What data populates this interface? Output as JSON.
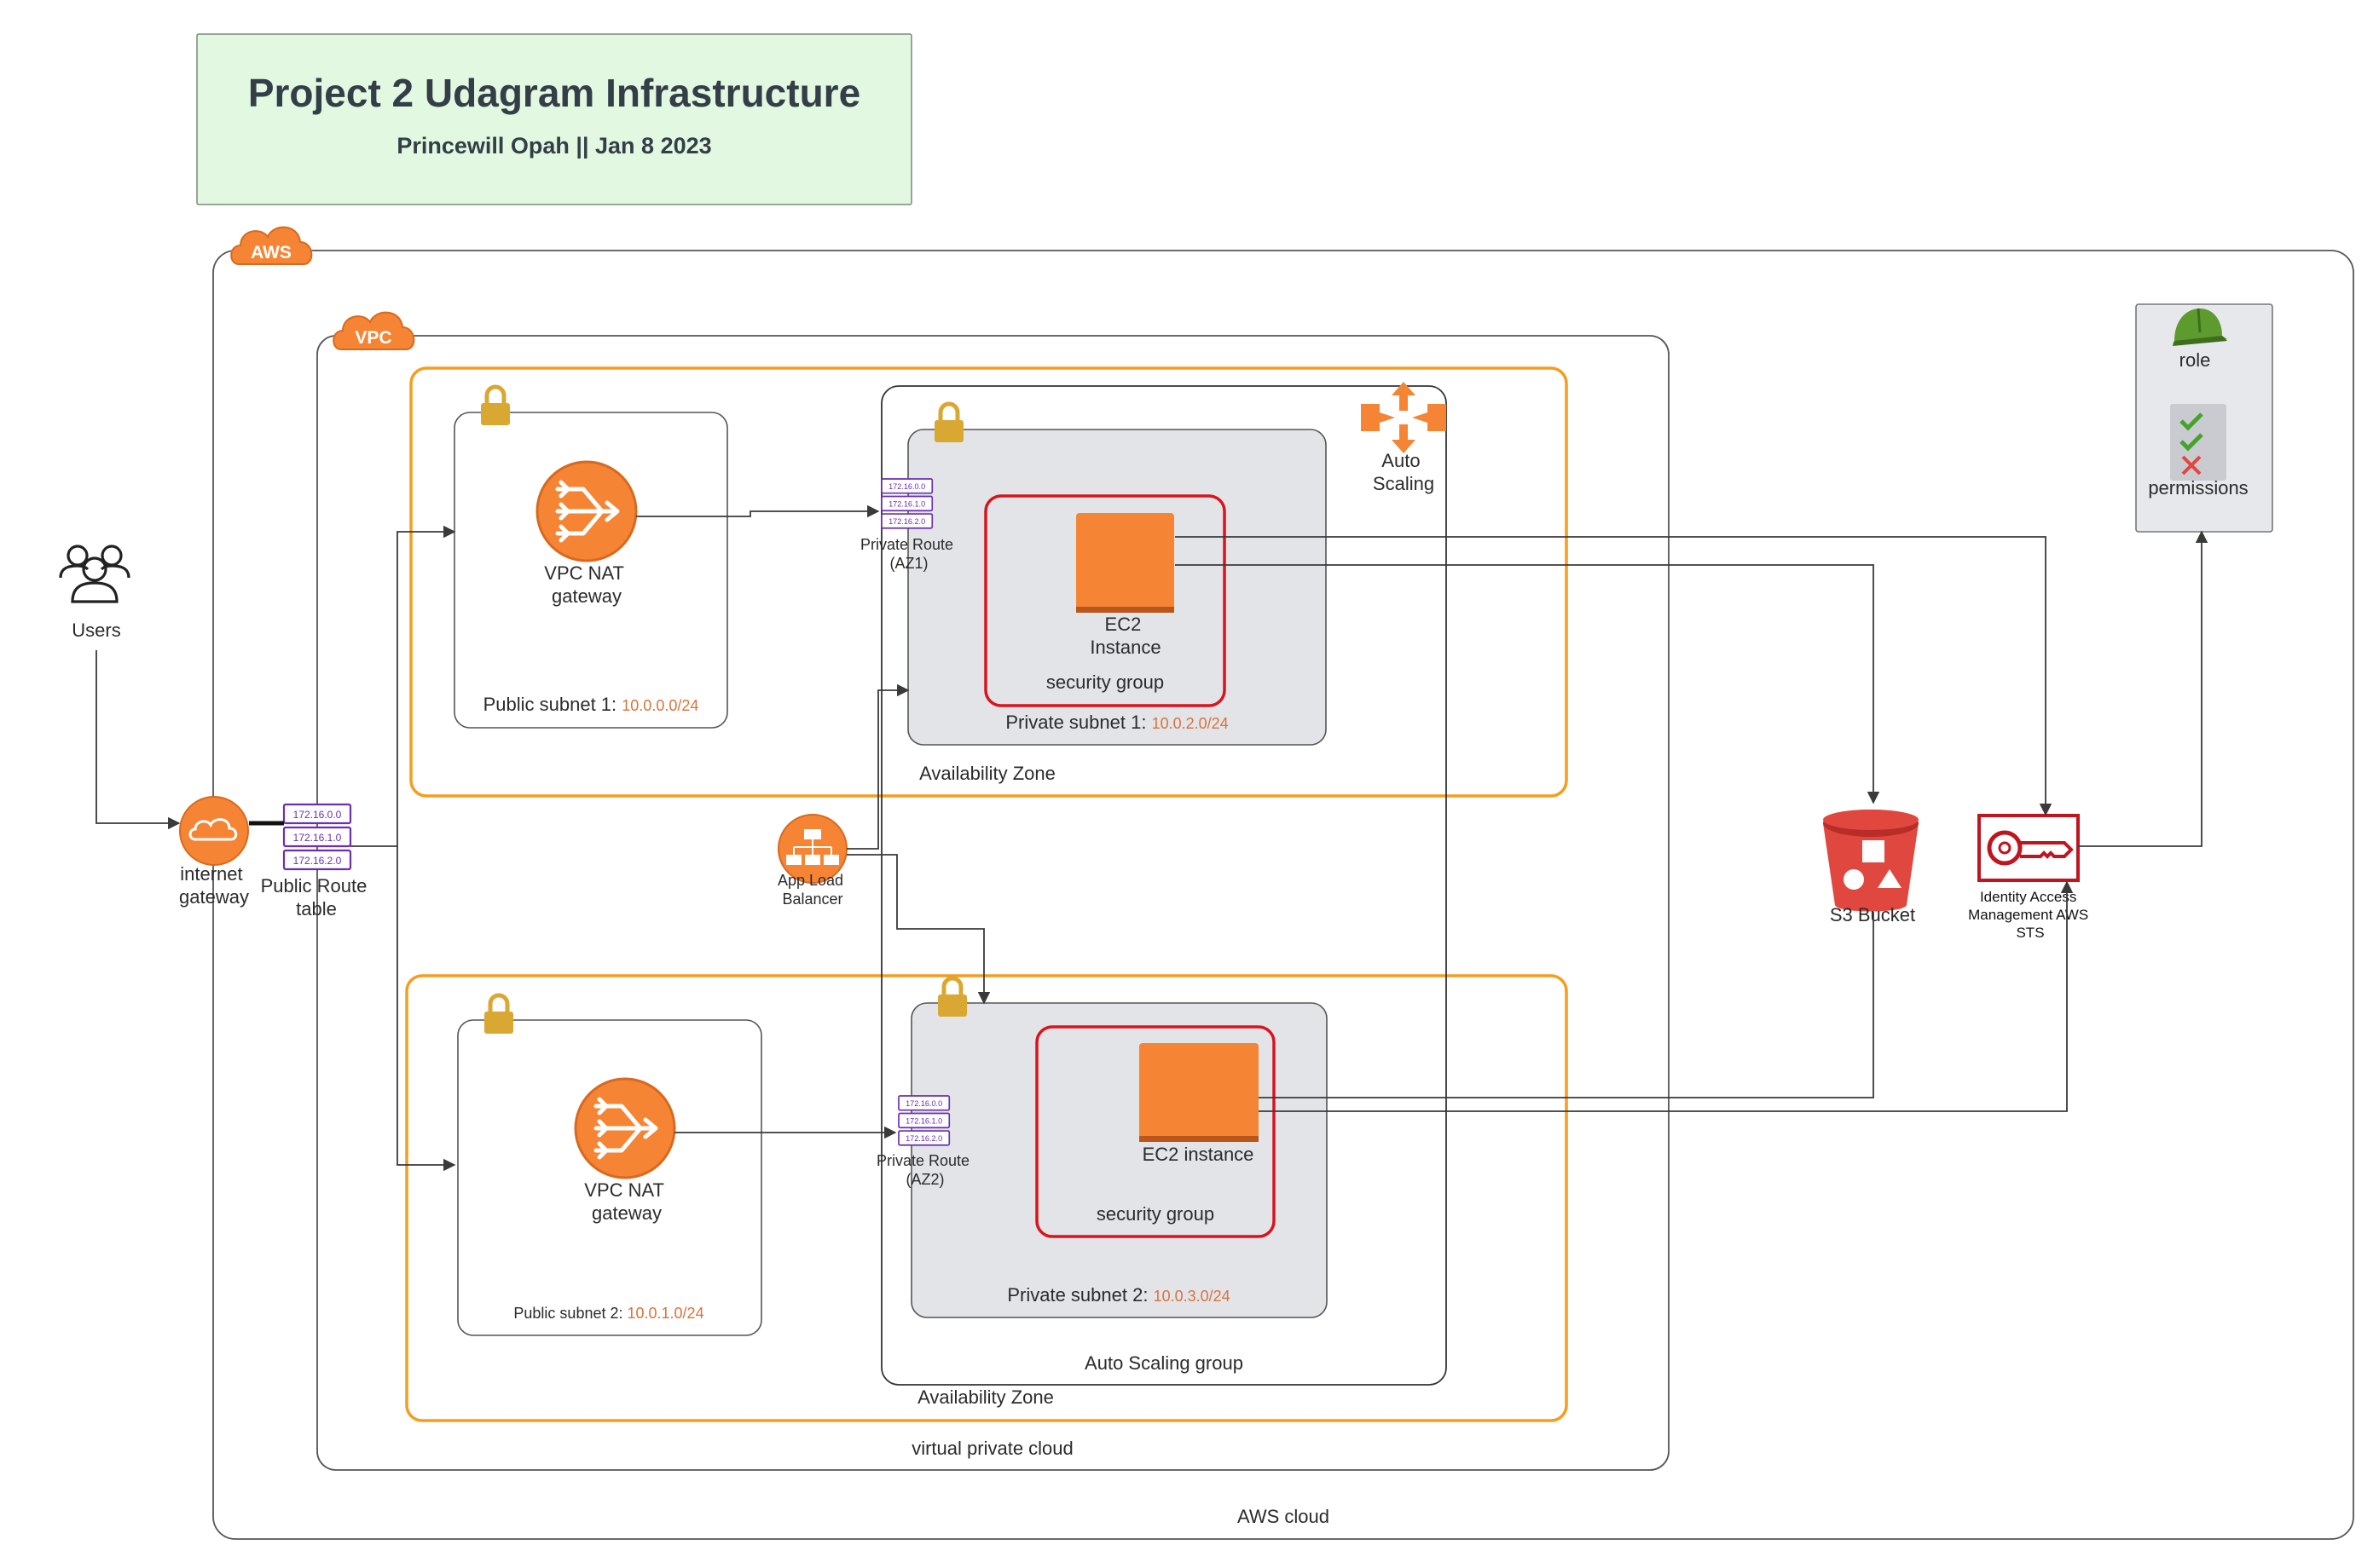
{
  "header": {
    "title": "Project 2 Udagram Infrastructure",
    "subtitle": "Princewill Opah || Jan 8 2023"
  },
  "badges": {
    "aws": "AWS",
    "vpc": "VPC"
  },
  "containers": {
    "aws_cloud": "AWS cloud",
    "vpc": "virtual private cloud",
    "az1": "Availability Zone",
    "az2": "Availability Zone",
    "asg": "Auto Scaling group"
  },
  "subnets": {
    "public1": {
      "label": "Public subnet 1: ",
      "cidr": "10.0.0.0/24"
    },
    "public2": {
      "label": "Public subnet 2: ",
      "cidr": "10.0.1.0/24"
    },
    "private1": {
      "label": "Private subnet 1: ",
      "cidr": "10.0.2.0/24"
    },
    "private2": {
      "label": "Private subnet 2: ",
      "cidr": "10.0.3.0/24"
    }
  },
  "nodes": {
    "users": "Users",
    "igw": [
      "internet",
      "gateway"
    ],
    "public_route": [
      "Public Route",
      "table"
    ],
    "nat1": [
      "VPC NAT",
      "gateway"
    ],
    "nat2": [
      "VPC NAT",
      "gateway"
    ],
    "private_route1": [
      "Private Route",
      "(AZ1)"
    ],
    "private_route2": [
      "Private Route",
      "(AZ2)"
    ],
    "alb": [
      "App Load",
      "Balancer"
    ],
    "autoscaling": [
      "Auto",
      "Scaling"
    ],
    "ec2_1": [
      "EC2",
      "Instance"
    ],
    "ec2_2": "EC2 instance",
    "sg1": "security group",
    "sg2": "security group",
    "s3": "S3 Bucket",
    "iam": [
      "Identity Access",
      "Management AWS",
      "STS"
    ],
    "role": "role",
    "permissions": "permissions"
  },
  "route_entries": [
    "172.16.0.0",
    "172.16.1.0",
    "172.16.2.0"
  ],
  "colors": {
    "aws_orange": "#f58534",
    "zone_orange": "#f59d1d",
    "sg_red": "#d9141e",
    "s3_red": "#e0473f",
    "iam_red": "#c0141f",
    "route_purple": "#6a2fb2",
    "header_green": "#e2f8e0",
    "private_gray": "#e2e4e8",
    "lock_gold": "#d9a832"
  },
  "icons": {
    "aws_badge": "aws-cloud-icon",
    "vpc_badge": "vpc-cloud-icon",
    "users": "users-icon",
    "igw": "internet-gateway-icon",
    "nat": "nat-gateway-icon",
    "route": "route-table-icon",
    "alb": "load-balancer-icon",
    "autoscaling": "auto-scaling-icon",
    "ec2": "ec2-instance-icon",
    "s3": "s3-bucket-icon",
    "iam": "iam-key-icon",
    "role": "hard-hat-icon",
    "permissions": "checklist-icon",
    "lock": "lock-icon"
  }
}
